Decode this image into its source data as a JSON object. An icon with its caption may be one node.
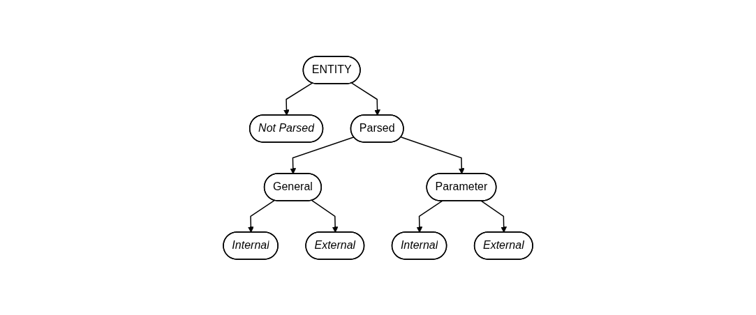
{
  "diagram": {
    "nodes": [
      {
        "text": [
          "ENTITY"
        ]
      },
      {
        "text": [
          "Not Parsed"
        ]
      },
      {
        "text": [
          "Parsed"
        ]
      },
      {
        "text": [
          "General"
        ]
      },
      {
        "text": [
          "Parameter"
        ]
      },
      {
        "text": [
          "Internal"
        ]
      },
      {
        "text": [
          "External"
        ]
      },
      {
        "text": [
          "Internal"
        ]
      },
      {
        "text": [
          "External"
        ]
      }
    ],
    "edges": [
      {
        "from": 0,
        "to": 1,
        "arrow": "to"
      },
      {
        "from": 0,
        "to": 2,
        "arrow": "to"
      },
      {
        "from": 2,
        "to": 3,
        "arrow": "to"
      },
      {
        "from": 2,
        "to": 4,
        "arrow": "to"
      },
      {
        "from": 3,
        "to": 5,
        "arrow": "to"
      },
      {
        "from": 3,
        "to": 6,
        "arrow": "to"
      },
      {
        "from": 4,
        "to": 7,
        "arrow": "to"
      },
      {
        "from": 4,
        "to": 8,
        "arrow": "to"
      }
    ]
  }
}
